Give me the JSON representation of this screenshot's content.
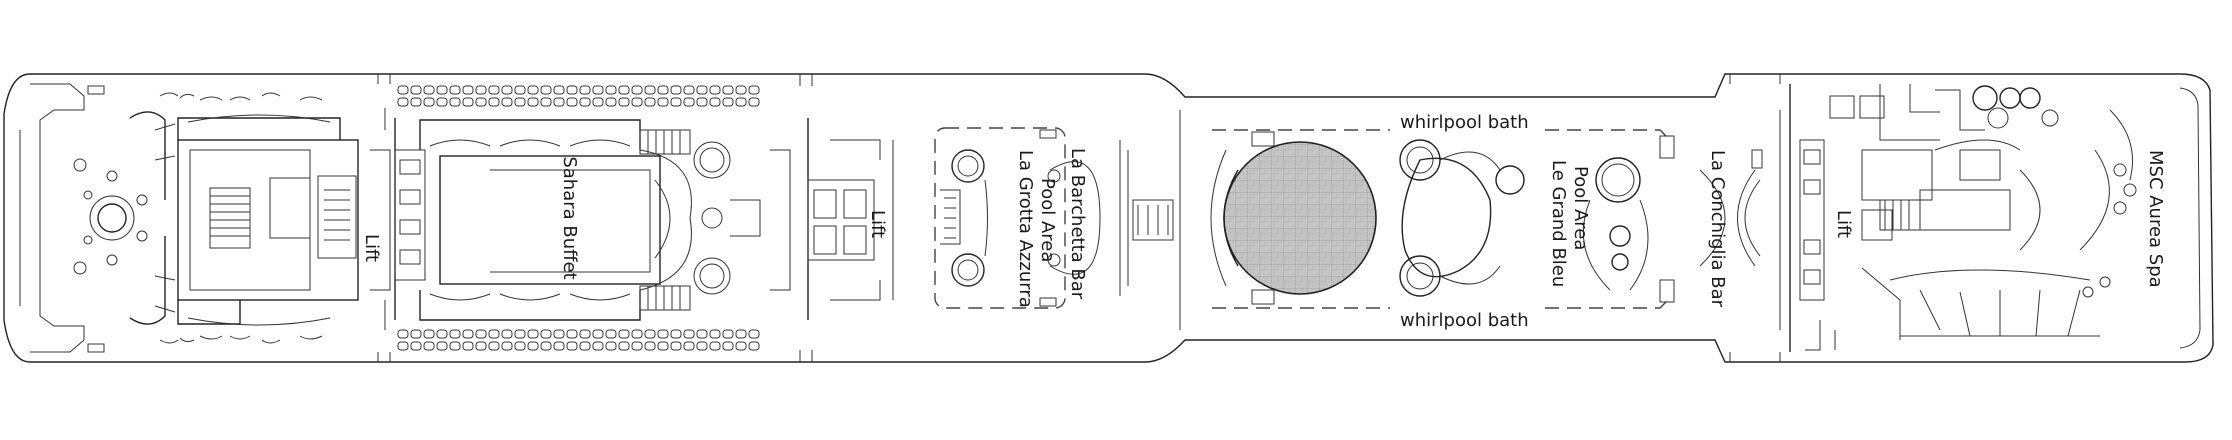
{
  "deck_plan": {
    "labels": {
      "lift": "Lift",
      "sahara_buffet": "Sahara Buffet",
      "grotta_azzurra": "La Grotta Azzurra Pool Area",
      "barchetta_bar": "La Barchetta Bar",
      "whirlpool_top": "whirlpool bath",
      "whirlpool_bottom": "whirlpool bath",
      "grand_bleu": "Le Grand Bleu Pool Area",
      "conchiglia_bar": "La Conchiglia Bar",
      "aurea_spa": "MSC Aurea Spa"
    },
    "icons": [
      "restroom-icon",
      "stairs-icon",
      "deck-chair-icon",
      "table-with-chairs-icon",
      "whirlpool-icon",
      "pool-icon"
    ],
    "colors": {
      "line": "#222222",
      "background": "#ffffff",
      "pool_fill": "#bcbcbc"
    }
  }
}
